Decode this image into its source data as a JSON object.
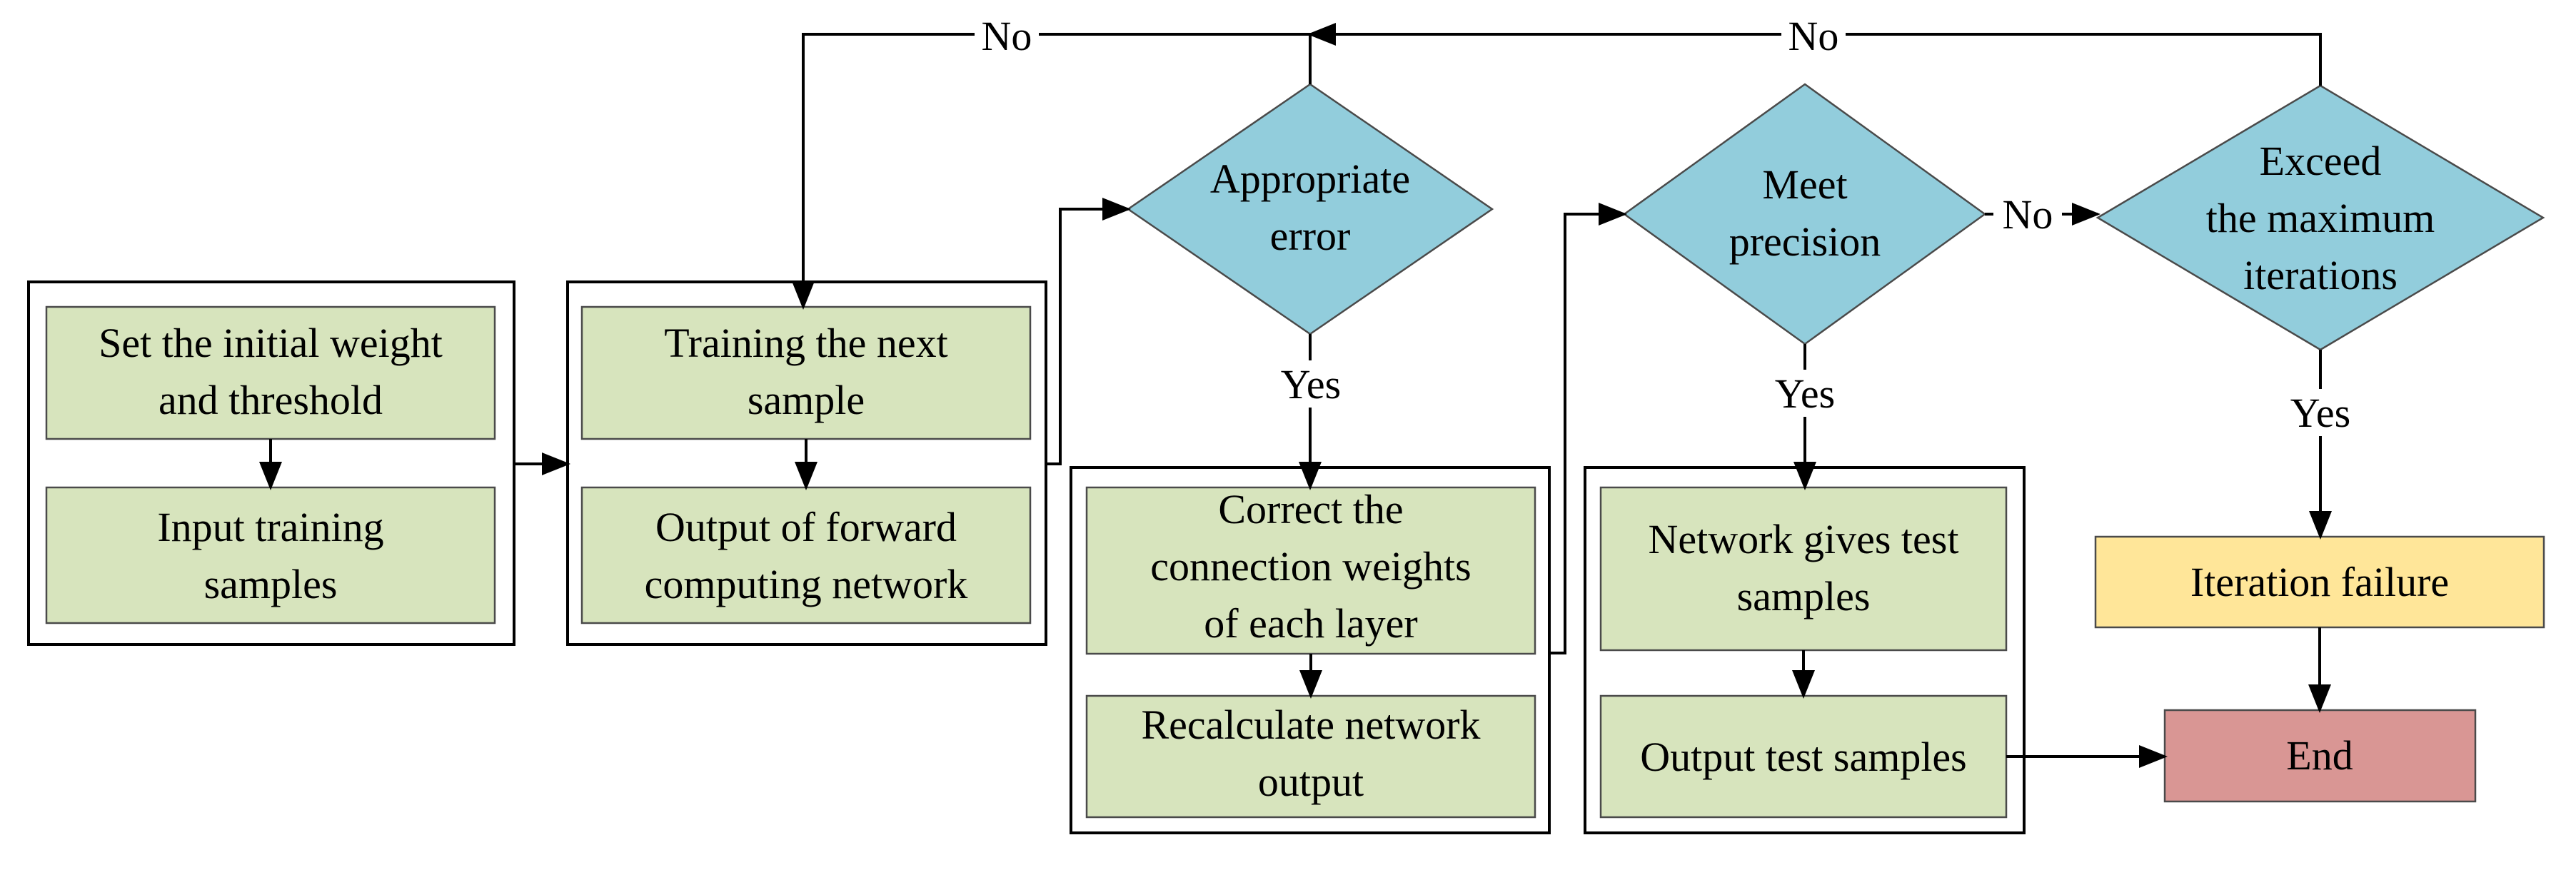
{
  "colors": {
    "process_fill": "#D7E4BD",
    "decision_fill": "#92CDDC",
    "failure_fill": "#FFE699",
    "end_fill": "#D99694",
    "line": "#000000"
  },
  "nodes": {
    "set_initial": [
      "Set the initial weight",
      "and threshold"
    ],
    "input_training": [
      "Input training",
      "samples"
    ],
    "training_next": [
      "Training the next",
      "sample"
    ],
    "output_forward": [
      "Output of forward",
      "computing network"
    ],
    "appropriate_error": [
      "Appropriate",
      "error"
    ],
    "correct_weights": [
      "Correct the",
      "connection weights",
      "of each layer"
    ],
    "recalculate": [
      "Recalculate network",
      "output"
    ],
    "meet_precision": [
      "Meet",
      "precision"
    ],
    "network_gives": [
      "Network gives test",
      "samples"
    ],
    "output_test": [
      "Output test samples"
    ],
    "exceed_max": [
      "Exceed",
      "the maximum",
      "iterations"
    ],
    "iteration_failure": [
      "Iteration failure"
    ],
    "end": [
      "End"
    ]
  },
  "edge_labels": {
    "error_no": "No",
    "exceed_no": "No",
    "precision_no": "No",
    "error_yes": "Yes",
    "precision_yes": "Yes",
    "exceed_yes": "Yes"
  }
}
